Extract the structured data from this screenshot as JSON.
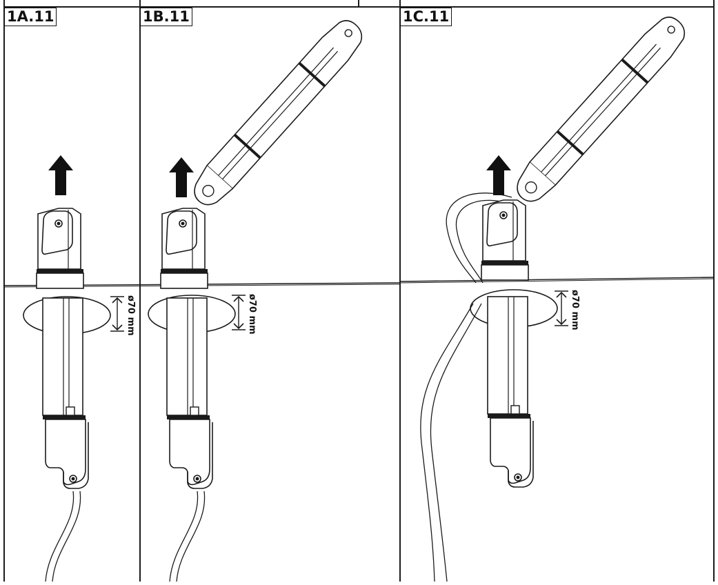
{
  "panels": [
    {
      "label": "1A.11",
      "dimension": "ø70 mm"
    },
    {
      "label": "1B.11",
      "dimension": "ø70 mm"
    },
    {
      "label": "1C.11",
      "dimension": "ø70 mm"
    }
  ],
  "icons": {
    "pull_arrow": "up-arrow-icon",
    "dimension_marker": "double-arrow-icon"
  },
  "colors": {
    "line": "#1a1a1a",
    "fill": "#ffffff",
    "arrow": "#111111"
  }
}
